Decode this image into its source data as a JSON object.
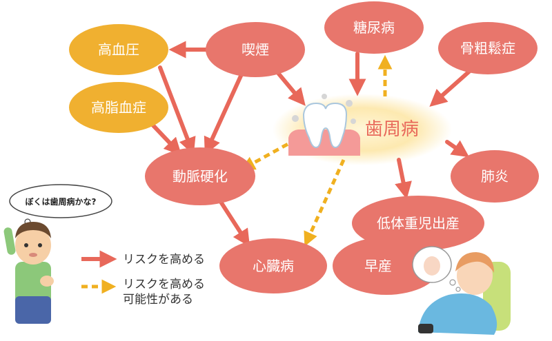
{
  "colors": {
    "salmon": "#e8766c",
    "orange": "#f0b030",
    "arrow_solid": "#e8685a",
    "arrow_dashed": "#f0b020",
    "glow": "#fbe6a0"
  },
  "nodes": {
    "kouketsuatsu": "高血圧",
    "kitsuen": "喫煙",
    "tounyoubyou": "糖尿病",
    "kotsusoshoushou": "骨粗鬆症",
    "koushikessho": "高脂血症",
    "shishuubyou": "歯周病",
    "doumyakukouka": "動脈硬化",
    "haien": "肺炎",
    "teitaijuujishussan": "低体重児出産",
    "shinzoubyou": "心臓病",
    "sousan": "早産"
  },
  "speech_bubble": "ぼくは歯周病かな?",
  "legend": {
    "solid": "リスクを高める",
    "dashed_line1": "リスクを高める",
    "dashed_line2": "可能性がある"
  }
}
